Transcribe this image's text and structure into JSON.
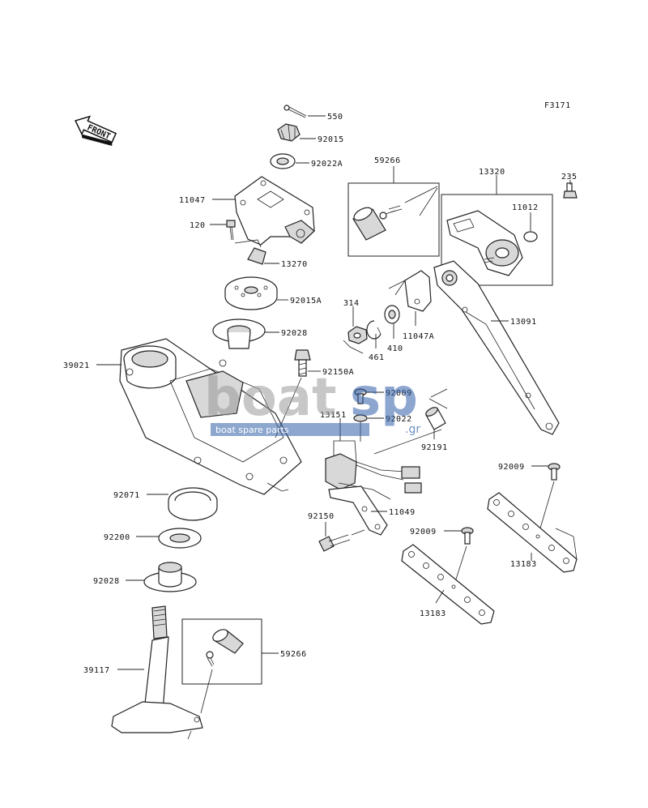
{
  "figure_code": "F3171",
  "front_label": "FRONT",
  "watermark": {
    "brand_a": "boat",
    "brand_b": "sp",
    "tagline": "boat spare parts",
    "suffix": ".gr"
  },
  "parts": {
    "p550": "550",
    "p92015": "92015",
    "p92022A": "92022A",
    "p11047": "11047",
    "p120": "120",
    "p13270": "13270",
    "p92015A": "92015A",
    "p92028_top": "92028",
    "p39021": "39021",
    "p92150A": "92150A",
    "p59266_top": "59266",
    "p13320": "13320",
    "p11012": "11012",
    "p235": "235",
    "p13091": "13091",
    "p314": "314",
    "p461": "461",
    "p410": "410",
    "p11047A": "11047A",
    "p92009_a": "92009",
    "p92022": "92022",
    "p13151": "13151",
    "p92191": "92191",
    "p92009_b": "92009",
    "p92071": "92071",
    "p92200": "92200",
    "p92028_bot": "92028",
    "p92150": "92150",
    "p11049": "11049",
    "p92009_c": "92009",
    "p13183_a": "13183",
    "p13183_b": "13183",
    "p59266_bot": "59266",
    "p39117": "39117"
  }
}
